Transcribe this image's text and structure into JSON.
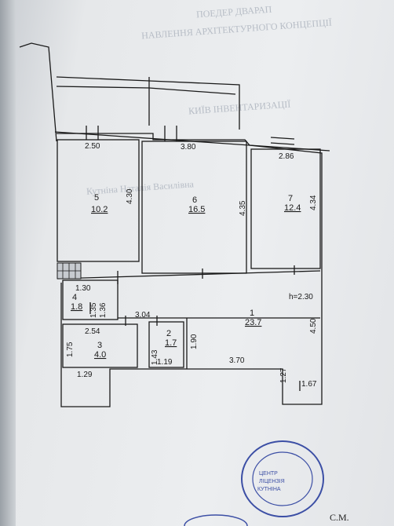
{
  "rooms": [
    {
      "number": "5",
      "area": "10.2",
      "height_dim": "4.30",
      "width_dim": "2.50"
    },
    {
      "number": "6",
      "area": "16.5",
      "height_dim": "4.35",
      "width_dim": "3.80"
    },
    {
      "number": "7",
      "area": "12.4",
      "height_dim": "4.34",
      "width_dim": "2.86"
    },
    {
      "number": "4",
      "area": "1.8",
      "dim_a": "1.30",
      "dim_b": "1.35",
      "dim_c": "1.36"
    },
    {
      "number": "3",
      "area": "4.0",
      "dim_a": "2.54",
      "dim_b": "1.75",
      "dim_c": "1.29"
    },
    {
      "number": "2",
      "area": "1.7",
      "dim_a": "1.43",
      "dim_b": "1.19"
    },
    {
      "number": "1",
      "area": "23.7",
      "dim_a": "3.04",
      "dim_b": "1.90",
      "dim_c": "3.70",
      "dim_d": "4.50",
      "dim_e": "1.27",
      "dim_f": "1.67"
    }
  ],
  "ceiling_height": "h=2.30",
  "corner_text": "С.М.",
  "bleed_text": [
    "ПОЕДЕР ДВАРАП",
    "НАВЛЕННЯ АРХІТЕКТУРНОГО КОНЦЕПЦІЇ",
    "КИЇВ ІНВЕНТАРИЗАЦІЇ",
    "Кутніна Наталія Василівна"
  ]
}
